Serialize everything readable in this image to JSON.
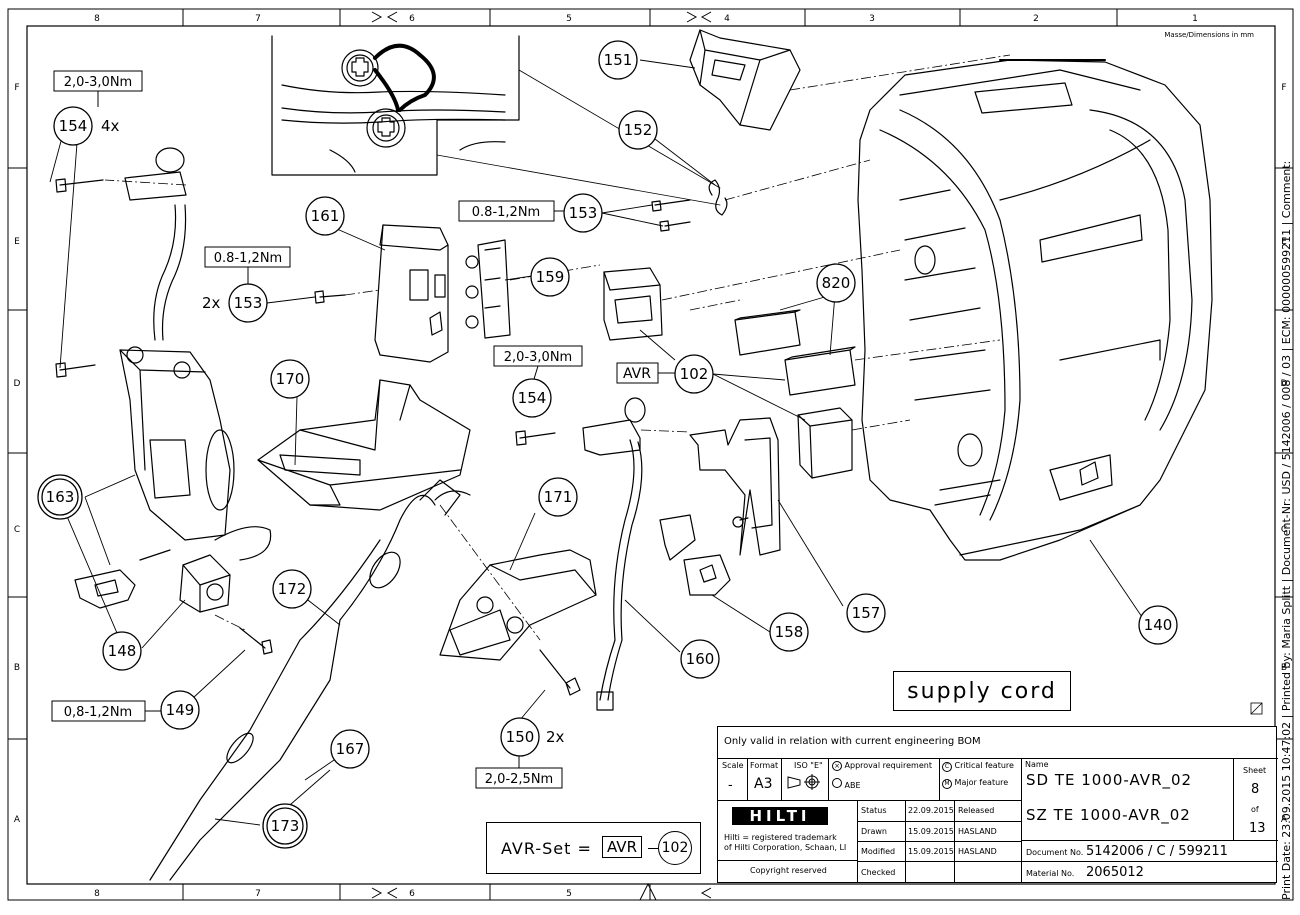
{
  "frame": {
    "columns_top": [
      "8",
      "7",
      "6",
      "5",
      "4",
      "3",
      "2",
      "1"
    ],
    "columns_bottom": [
      "8",
      "7",
      "6",
      "5"
    ],
    "rows_left": [
      "F",
      "E",
      "D",
      "C",
      "B",
      "A"
    ],
    "rows_right": [
      "F",
      "E",
      "D",
      "C",
      "B",
      "A"
    ],
    "dimensions_note": "Masse/Dimensions in mm"
  },
  "callouts": [
    {
      "id": "151",
      "label": "151"
    },
    {
      "id": "152",
      "label": "152"
    },
    {
      "id": "153a",
      "label": "153"
    },
    {
      "id": "153b",
      "label": "153"
    },
    {
      "id": "154a",
      "label": "154"
    },
    {
      "id": "154b",
      "label": "154"
    },
    {
      "id": "161",
      "label": "161"
    },
    {
      "id": "159",
      "label": "159"
    },
    {
      "id": "820",
      "label": "820"
    },
    {
      "id": "102",
      "label": "102"
    },
    {
      "id": "170",
      "label": "170"
    },
    {
      "id": "163",
      "label": "163"
    },
    {
      "id": "171",
      "label": "171"
    },
    {
      "id": "172",
      "label": "172"
    },
    {
      "id": "148",
      "label": "148"
    },
    {
      "id": "149",
      "label": "149"
    },
    {
      "id": "150",
      "label": "150"
    },
    {
      "id": "167",
      "label": "167"
    },
    {
      "id": "173",
      "label": "173"
    },
    {
      "id": "160",
      "label": "160"
    },
    {
      "id": "158",
      "label": "158"
    },
    {
      "id": "157",
      "label": "157"
    },
    {
      "id": "140",
      "label": "140"
    }
  ],
  "torques": {
    "t154_top": "2,0-3,0Nm",
    "t153_top": "0.8-1,2Nm",
    "t153_left": "0.8-1,2Nm",
    "t154_mid": "2,0-3,0Nm",
    "t149": "0,8-1,2Nm",
    "t150": "2,0-2,5Nm"
  },
  "multipliers": {
    "m154": "4x",
    "m153": "2x",
    "m150": "2x"
  },
  "avr_label": "AVR",
  "supply_cord": "supply cord",
  "avr_set": {
    "prefix": "AVR-Set =",
    "box": "AVR",
    "ref": "102"
  },
  "title_block": {
    "validity": "Only valid in relation with current engineering BOM",
    "scale_label": "Scale",
    "scale_value": "-",
    "format_label": "Format",
    "format_value": "A3",
    "iso_label": "ISO \"E\"",
    "approval": "Approval requirement",
    "abe": "ABE",
    "critical": "Critical feature",
    "major": "Major feature",
    "name_label": "Name",
    "name1": "SD TE 1000-AVR_02",
    "name2": "SZ TE 1000-AVR_02",
    "sheet_label": "Sheet",
    "sheet_no": "8",
    "of_label": "of",
    "sheet_total": "13",
    "logo": "HILTI",
    "trademark1": "Hilti = registered trademark",
    "trademark2": "of Hilti Corporation, Schaan, LI",
    "copyright": "Copyright reserved",
    "status_label": "Status",
    "status_date": "22.09.2015",
    "status_value": "Released",
    "drawn_label": "Drawn",
    "drawn_date": "15.09.2015",
    "drawn_value": "HASLAND",
    "modified_label": "Modified",
    "modified_date": "15.09.2015",
    "modified_value": "HASLAND",
    "checked_label": "Checked",
    "document_label": "Document No.",
    "document_value": "5142006 / C / 599211",
    "material_label": "Material No.",
    "material_value": "2065012"
  },
  "side_text": "Print Date: 23.09.2015 10:47:02 | Printed by: Maria Splitt | Document-Nr: USD / 5142006 / 008 / 03 | ECM: 000000599211 | Comment:"
}
